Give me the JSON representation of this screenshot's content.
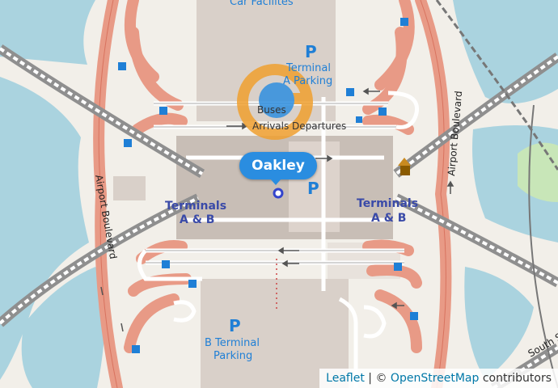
{
  "marker": {
    "label": "Oakley"
  },
  "map_labels": {
    "top_partial": "Car Facilites",
    "terminal_a_parking_line1": "Terminal",
    "terminal_a_parking_line2": "A Parking",
    "buses": "Buses",
    "arrivals_departures": "Arrivals Departures",
    "terminals_left_line1": "Terminals",
    "terminals_left_line2": "A & B",
    "terminals_right_line1": "Terminals",
    "terminals_right_line2": "A & B",
    "airport_blvd_left": "Airport Boulevard",
    "airport_blvd_right": "Airport Boulevard",
    "b_parking_line1": "B Terminal",
    "b_parking_line2": "Parking",
    "south_partial": "South Se",
    "parking_symbol": "P"
  },
  "attribution": {
    "leaflet": "Leaflet",
    "separator": "| ©",
    "osm": "OpenStreetMap",
    "contributors": "contributors"
  },
  "colors": {
    "water": "#aad3df",
    "land": "#f2efe9",
    "building": "#d9d0c9",
    "terminal": "#c8beb6",
    "motorway": "#e89a86",
    "rail": "#9a9a9a",
    "label_blue": "#0078c8",
    "marker": "#2a8de0"
  }
}
